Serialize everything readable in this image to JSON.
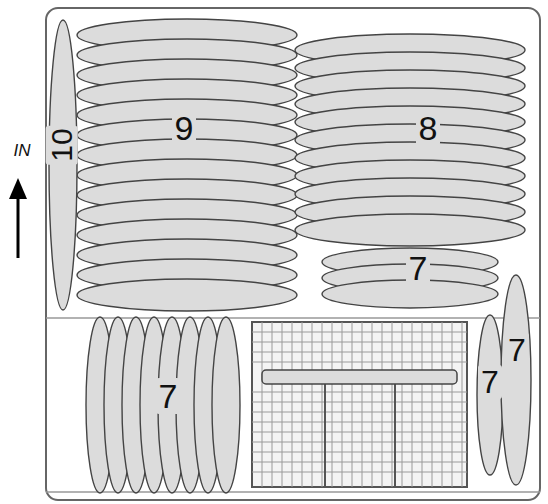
{
  "diagram": {
    "labels": [
      "IN",
      "10",
      "9",
      "8",
      "7",
      "7",
      "7",
      "7"
    ]
  }
}
